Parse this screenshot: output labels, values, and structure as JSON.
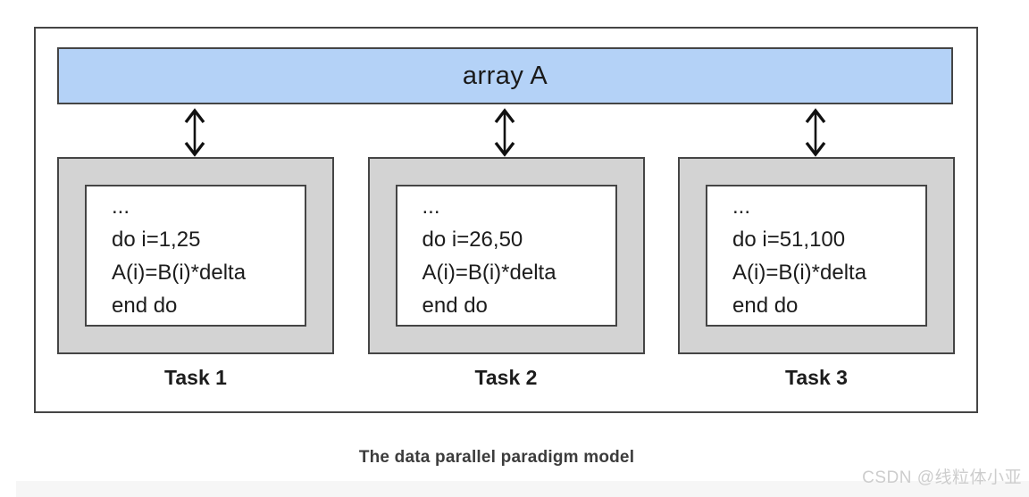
{
  "diagram": {
    "array_label": "array A",
    "caption": "The data parallel paradigm model",
    "tasks": [
      {
        "label": "Task 1",
        "code": [
          "...",
          "do i=1,25",
          "A(i)=B(i)*delta",
          "end do"
        ]
      },
      {
        "label": "Task 2",
        "code": [
          "...",
          "do i=26,50",
          "A(i)=B(i)*delta",
          "end do"
        ]
      },
      {
        "label": "Task 3",
        "code": [
          "...",
          "do i=51,100",
          "A(i)=B(i)*delta",
          "end do"
        ]
      }
    ],
    "colors": {
      "array_fill": "#b4d2f7",
      "task_fill": "#d3d3d3",
      "border": "#454545",
      "arrow": "#111111",
      "watermark_gray": "#cdcdcd"
    }
  },
  "watermark": "CSDN @线粒体小亚"
}
